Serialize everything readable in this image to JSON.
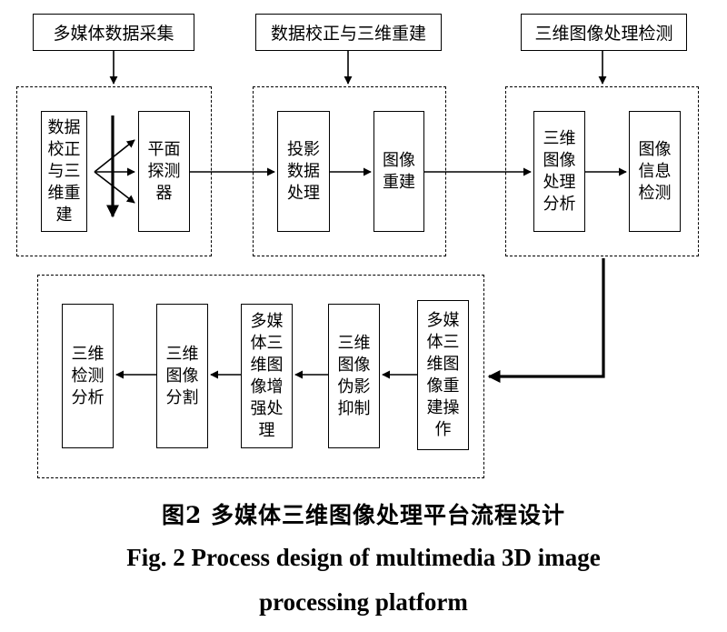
{
  "headers": {
    "h1": "多媒体数据采集",
    "h2": "数据校正与三维重建",
    "h3": "三维图像处理检测"
  },
  "nodes": {
    "n1": "数据校正与三维重建",
    "n2": "平面探测器",
    "n3": "投影数据处理",
    "n4": "图像重建",
    "n5": "三维图像处理分析",
    "n6": "图像信息检测",
    "n7": "多媒体三维图像重建操作",
    "n8": "三维图像伪影抑制",
    "n9": "多媒体三维图像增强处理",
    "n10": "三维图像分割",
    "n11": "三维检测分析"
  },
  "caption": {
    "zh": "图2  多媒体三维图像处理平台流程设计",
    "en_line1": "Fig. 2  Process design of multimedia 3D image",
    "en_line2": "processing platform"
  }
}
